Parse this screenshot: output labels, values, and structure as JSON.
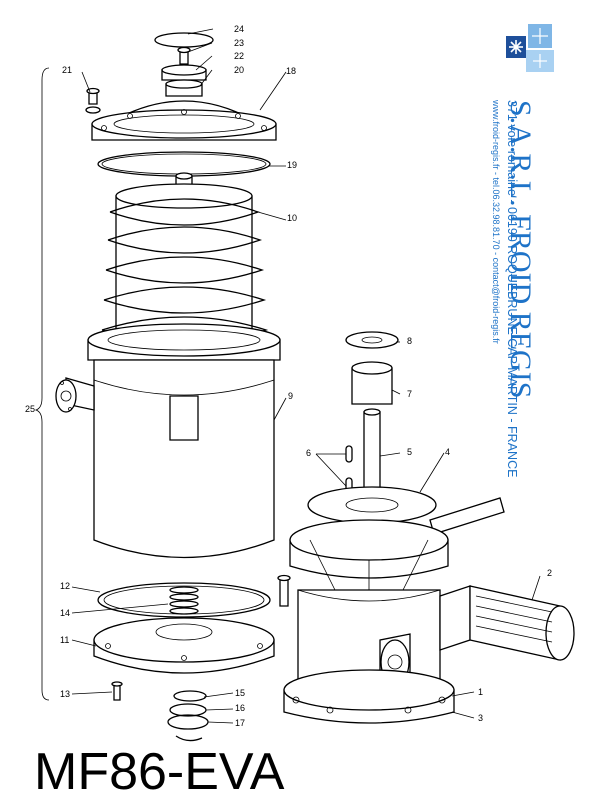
{
  "title": "MF86-EVA",
  "company": {
    "name": "S.A.R.L. FROID REGIS",
    "address": "371 voie romaine - 06190 ROQUEBRUNE CAP MARTIN - FRANCE",
    "contact": "www.froid-regis.fr - tel.06.32.98.81.70 - contact@froid-regis.fr",
    "accent_color": "#1e73c8",
    "logo_icon": "snowflake-logo-icon"
  },
  "callouts": [
    "1",
    "2",
    "3",
    "4",
    "5",
    "6",
    "7",
    "8",
    "9",
    "10",
    "11",
    "12",
    "13",
    "14",
    "15",
    "16",
    "17",
    "18",
    "19",
    "20",
    "21",
    "22",
    "23",
    "24",
    "25"
  ]
}
